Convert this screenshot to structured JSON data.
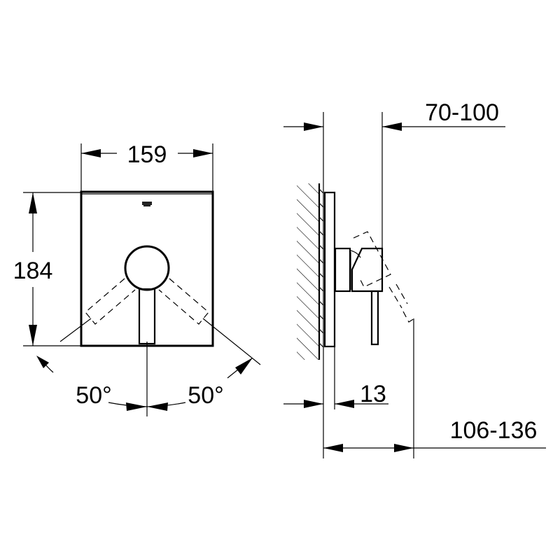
{
  "drawing": {
    "front_view": {
      "width_label": "159",
      "height_label": "184",
      "angle_left_label": "50°",
      "angle_right_label": "50°",
      "logo_icon": "brand-logo-icon"
    },
    "side_view": {
      "depth_range_top_label": "70-100",
      "plate_thickness_label": "13",
      "depth_range_bottom_label": "106-136"
    }
  },
  "colors": {
    "line": "#000000",
    "background": "#ffffff"
  }
}
